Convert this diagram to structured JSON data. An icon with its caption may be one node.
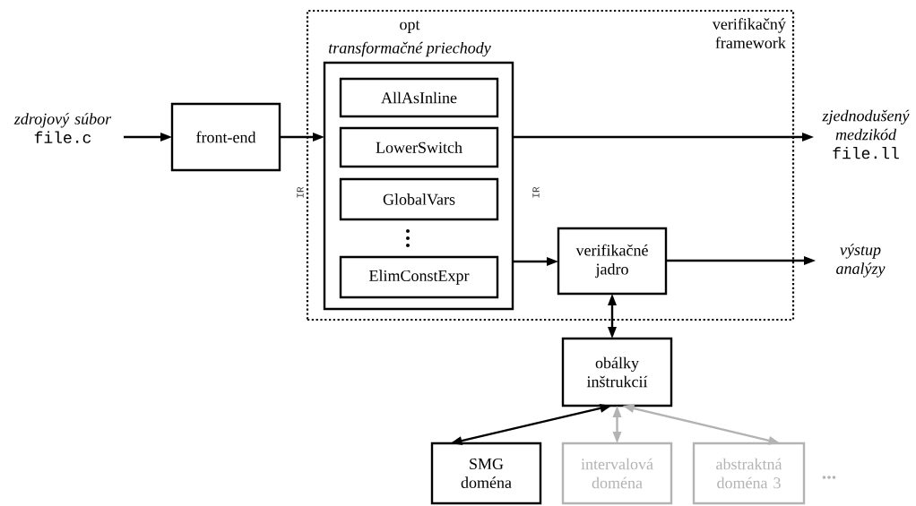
{
  "diagram": {
    "nodes": [
      {
        "text": [
          "verifikačný framework"
        ]
      },
      {
        "text": [
          "zdrojový súbor",
          "file.c"
        ]
      },
      {
        "text": [
          "front-end"
        ]
      },
      {
        "text": [
          "opt",
          "transformačné priechody"
        ],
        "in": 0
      },
      {
        "text": [
          "AllAsInline"
        ],
        "in": 3
      },
      {
        "text": [
          "LowerSwitch"
        ],
        "in": 3
      },
      {
        "text": [
          "GlobalVars"
        ],
        "in": 3
      },
      {
        "text": [
          "ElimConstExpr"
        ],
        "in": 3
      },
      {
        "text": [
          "verifikačné jadro"
        ],
        "in": 0
      },
      {
        "text": [
          "zjednodušený medzikód",
          "file.ll"
        ]
      },
      {
        "text": [
          "výstup analýzy"
        ]
      },
      {
        "text": [
          "obálky inštrukcií"
        ]
      },
      {
        "text": [
          "SMG doména"
        ]
      },
      {
        "text": [
          "intervalová doména"
        ]
      },
      {
        "text": [
          "abstraktná doména 3"
        ]
      }
    ],
    "edges": [
      {
        "from": 1,
        "to": 2,
        "arrow": "to"
      },
      {
        "from": 2,
        "to": 3,
        "arrow": "to"
      },
      {
        "from": 3,
        "to": 9,
        "arrow": "to"
      },
      {
        "from": 7,
        "to": 8,
        "arrow": "to"
      },
      {
        "from": 8,
        "to": 10,
        "arrow": "to"
      },
      {
        "from": 8,
        "to": 11,
        "arrow": "both"
      },
      {
        "from": 11,
        "to": 12,
        "arrow": "both"
      },
      {
        "from": 11,
        "to": 13,
        "arrow": "both",
        "color": "#b3b3b3"
      },
      {
        "from": 11,
        "to": 14,
        "arrow": "both",
        "color": "#b3b3b3"
      }
    ],
    "labels": [
      "IR",
      "IR",
      "..."
    ]
  }
}
